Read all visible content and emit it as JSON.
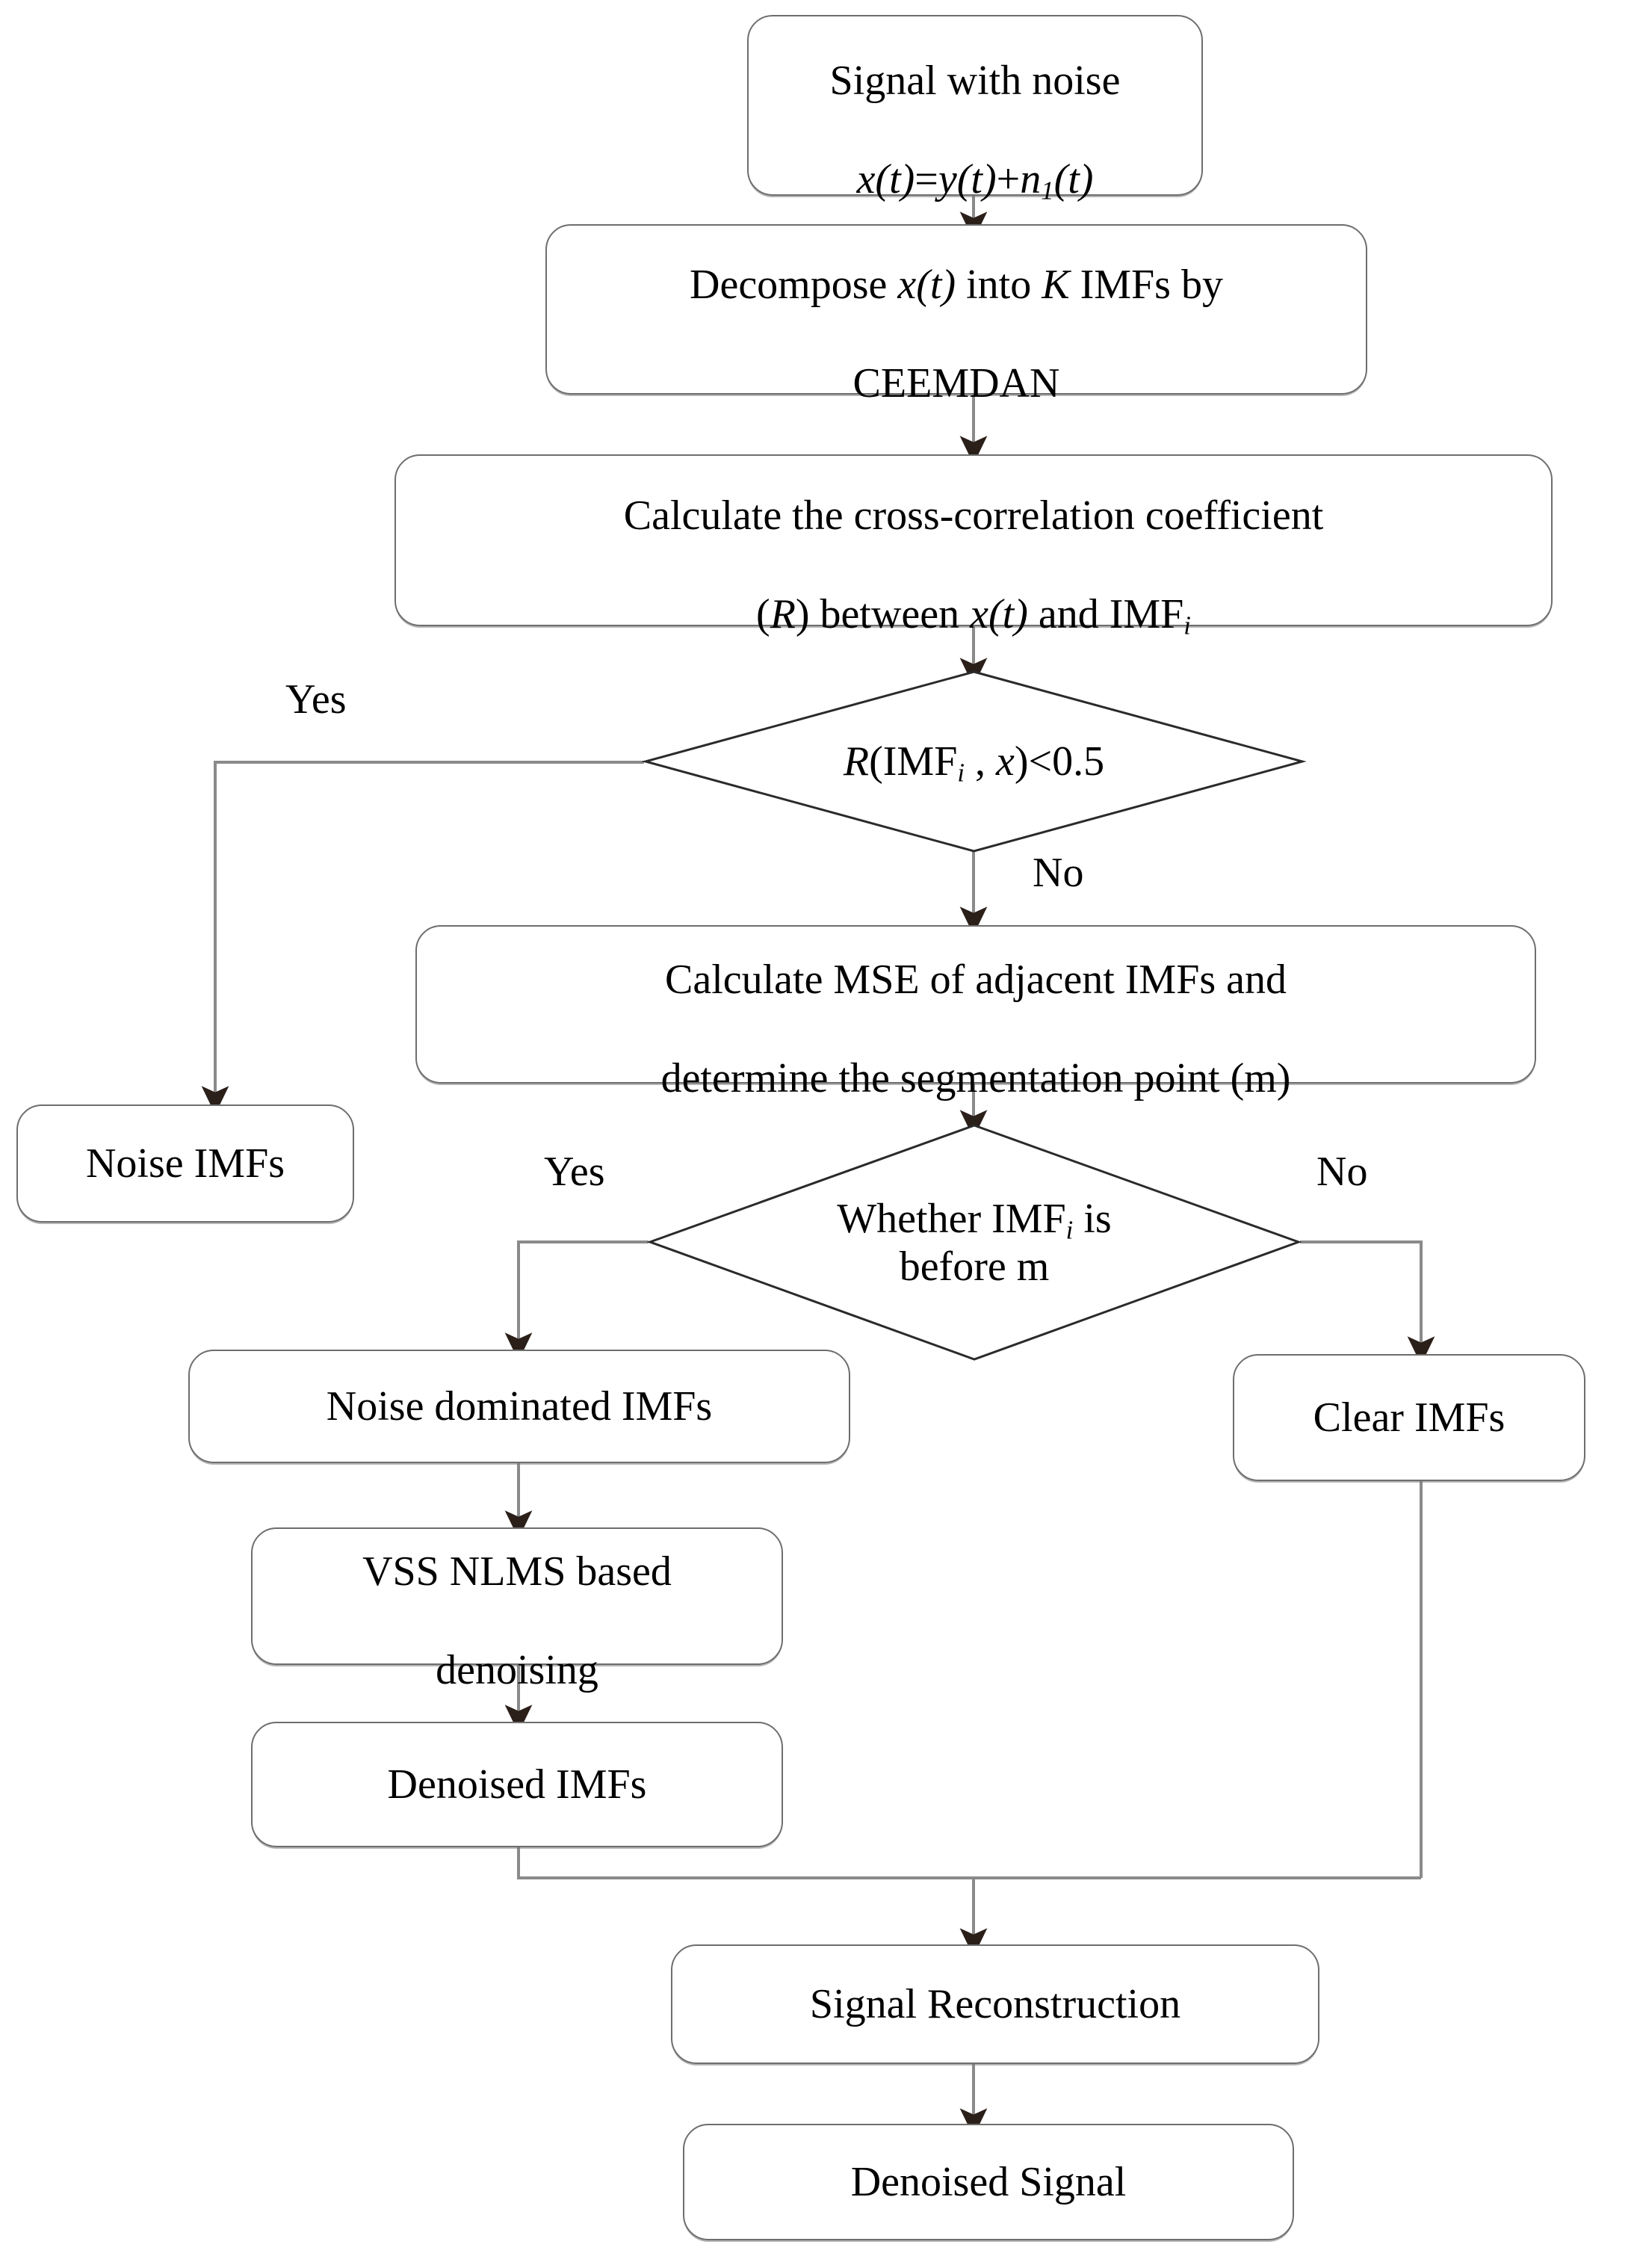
{
  "diagram": {
    "title": "CEEMDAN with VSS NLMS signal denoising flowchart",
    "type": "flowchart",
    "line_color": "#6e6e6e",
    "arrow_color": "#2b1f1a",
    "text_color": "#000000",
    "background": "#ffffff"
  },
  "nodes": {
    "signal_with_noise": {
      "line1": "Signal with noise",
      "line2_plain": "x(t)=y(t)+n1(t)",
      "shape": "rounded-rect"
    },
    "decompose": {
      "text_plain": "Decompose x(t) into K IMFs by CEEMDAN",
      "line1_prefix": "Decompose ",
      "line1_math": "x(t)",
      "line1_mid": " into ",
      "line1_var": "K",
      "line1_suffix": " IMFs by",
      "line2": "CEEMDAN",
      "shape": "rounded-rect"
    },
    "cross_correlation": {
      "text_plain": "Calculate the cross-correlation coefficient (R) between x(t) and IMFi",
      "line1": "Calculate the cross-correlation coefficient",
      "line2_open": "(",
      "line2_var": "R",
      "line2_mid": ")  between ",
      "line2_math": "x(t)",
      "line2_and": " and  IMF",
      "line2_sub": "i",
      "shape": "rounded-rect"
    },
    "decision_r": {
      "text_plain": "R(IMFi , x)<0.5",
      "var_r": "R",
      "open": "(IMF",
      "sub_i": "i",
      "comma": " , ",
      "var_x": "x",
      "close": ")<0.5",
      "shape": "diamond"
    },
    "noise_imfs": {
      "text": "Noise IMFs",
      "shape": "rounded-rect"
    },
    "calculate_mse": {
      "text_plain": "Calculate MSE of adjacent IMFs and determine the  segmentation point (m)",
      "line1": "Calculate MSE of adjacent IMFs and",
      "line2": "determine the  segmentation point (m)",
      "shape": "rounded-rect"
    },
    "decision_before_m": {
      "text_plain": "Whether IMFi is before m",
      "line1_pre": "Whether IMF",
      "line1_sub": "i",
      "line1_post": " is",
      "line2": "before m",
      "shape": "diamond"
    },
    "noise_dominated_imfs": {
      "text": "Noise dominated IMFs",
      "shape": "rounded-rect"
    },
    "clear_imfs": {
      "text": "Clear IMFs",
      "shape": "rounded-rect"
    },
    "vss_nlms": {
      "text_plain": "VSS NLMS based denoising",
      "line1": "VSS NLMS based",
      "line2": "denoising",
      "shape": "rounded-rect"
    },
    "denoised_imfs": {
      "text": "Denoised IMFs",
      "shape": "rounded-rect"
    },
    "signal_reconstruction": {
      "text": "Signal Reconstruction",
      "shape": "rounded-rect"
    },
    "denoised_signal": {
      "text": "Denoised Signal",
      "shape": "rounded-rect"
    }
  },
  "branch_labels": {
    "r_yes": "Yes",
    "r_no": "No",
    "m_yes": "Yes",
    "m_no": "No"
  }
}
